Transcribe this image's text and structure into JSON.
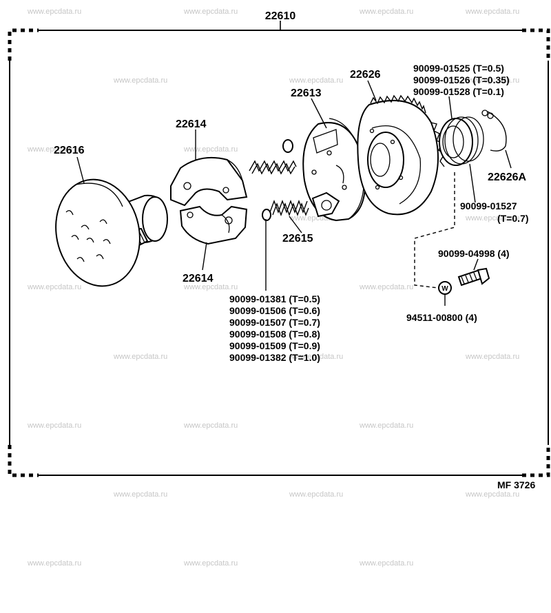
{
  "watermark": "www.epcdata.ru",
  "assembly_number": "22610",
  "figure_code": "MF 3726",
  "parts": {
    "p22616": "22616",
    "p22614_top": "22614",
    "p22614_bottom": "22614",
    "p22613": "22613",
    "p22626": "22626",
    "p22615": "22615",
    "p22626A": "22626A",
    "p90099_04998": "90099-04998 (4)",
    "p94511_00800": "94511-00800 (4)",
    "washer_symbol": "W"
  },
  "shims_gear": [
    "90099-01525 (T=0.5)",
    "90099-01526 (T=0.35)",
    "90099-01528 (T=0.1)"
  ],
  "shim_01527": [
    "90099-01527",
    "(T=0.7)"
  ],
  "shims_spring": [
    "90099-01381 (T=0.5)",
    "90099-01506 (T=0.6)",
    "90099-01507 (T=0.7)",
    "90099-01508 (T=0.8)",
    "90099-01509 (T=0.9)",
    "90099-01382 (T=1.0)"
  ]
}
